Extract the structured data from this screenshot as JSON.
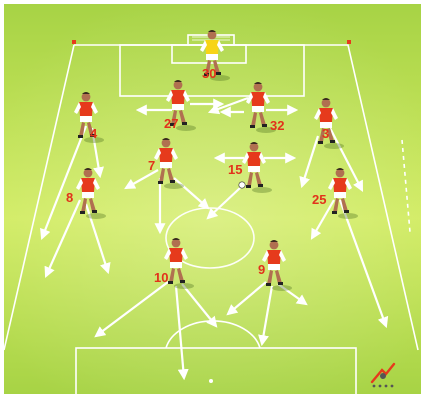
{
  "colors": {
    "pitch_light": "#d2ec64",
    "pitch_mid": "#a7d345",
    "pitch_dark": "#7fbb33",
    "lines": "#ffffff",
    "player_number": "#e2321b",
    "jersey": "#e63a1c",
    "sleeve": "#ffffff",
    "keeper_jersey": "#f7d417",
    "skin": "#b07050"
  },
  "goalkeeper": {
    "number": "30"
  },
  "players": [
    {
      "number": "4"
    },
    {
      "number": "27"
    },
    {
      "number": "32"
    },
    {
      "number": "3"
    },
    {
      "number": "7"
    },
    {
      "number": "15"
    },
    {
      "number": "8"
    },
    {
      "number": "25"
    },
    {
      "number": "10"
    },
    {
      "number": "9"
    }
  ],
  "logo": {
    "icon": "brand-logo-icon"
  }
}
